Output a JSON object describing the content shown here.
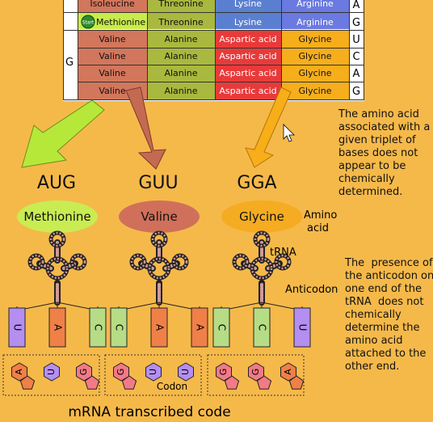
{
  "codon_table": {
    "top_row": {
      "labels": [
        "Isoleucine",
        "Threonine",
        "Lysine",
        "Arginine"
      ],
      "base": "A"
    },
    "start_row": {
      "start_marker": "Start",
      "labels": [
        "Methionine",
        "Threonine",
        "Lysine",
        "Arginine"
      ],
      "base": "G"
    },
    "first_base": "G",
    "rows": [
      {
        "labels": [
          "Valine",
          "Alanine",
          "Aspartic acid",
          "Glycine"
        ],
        "base": "U"
      },
      {
        "labels": [
          "Valine",
          "Alanine",
          "Aspartic acid",
          "Glycine"
        ],
        "base": "C"
      },
      {
        "labels": [
          "Valine",
          "Alanine",
          "Aspartic acid",
          "Glycine"
        ],
        "base": "A"
      },
      {
        "labels": [
          "Valine",
          "Alanine",
          "Aspartic acid",
          "Glycine"
        ],
        "base": "G"
      }
    ],
    "colors": {
      "col1": "#d2765c",
      "col2": "#a9b83e",
      "col3": "#e83a3a",
      "col4": "#f6ae1c",
      "start_cell": "#c8ec4a",
      "lysine": "#5b7fd0",
      "arginine": "#6b7ae0"
    }
  },
  "codons": [
    "AUG",
    "GUU",
    "GGA"
  ],
  "amino_acids": [
    {
      "name": "Methionine",
      "color": "#c9ec52"
    },
    {
      "name": "Valine",
      "color": "#d0705a"
    },
    {
      "name": "Glycine",
      "color": "#f5ac22"
    }
  ],
  "labels": {
    "amino": "Amino",
    "acid": "acid",
    "trna": "tRNA",
    "anticodon": "Anticodon",
    "codon": "Codon",
    "mrna": "mRNA transcribed code"
  },
  "anticodons": [
    [
      "U",
      "A",
      "C"
    ],
    [
      "C",
      "A",
      "A"
    ],
    [
      "C",
      "C",
      "U"
    ]
  ],
  "codon_bases": [
    [
      "A",
      "U",
      "G"
    ],
    [
      "G",
      "U",
      "U"
    ],
    [
      "G",
      "G",
      "A"
    ]
  ],
  "base_colors": {
    "A": "#ef8048",
    "U": "#b48ef0",
    "C": "#b6dc86",
    "G": "#f27a86"
  },
  "notes": {
    "first": [
      "The amino acid",
      "associated with a",
      "given triplet of",
      "bases does not",
      "appear to be",
      "chemically",
      "determined."
    ],
    "second": [
      "The  presence of",
      "the anticodon on",
      "one end of the",
      "tRNA  does not",
      "chemically",
      "determine the",
      "amino acid",
      "attached to the",
      "other end."
    ]
  }
}
